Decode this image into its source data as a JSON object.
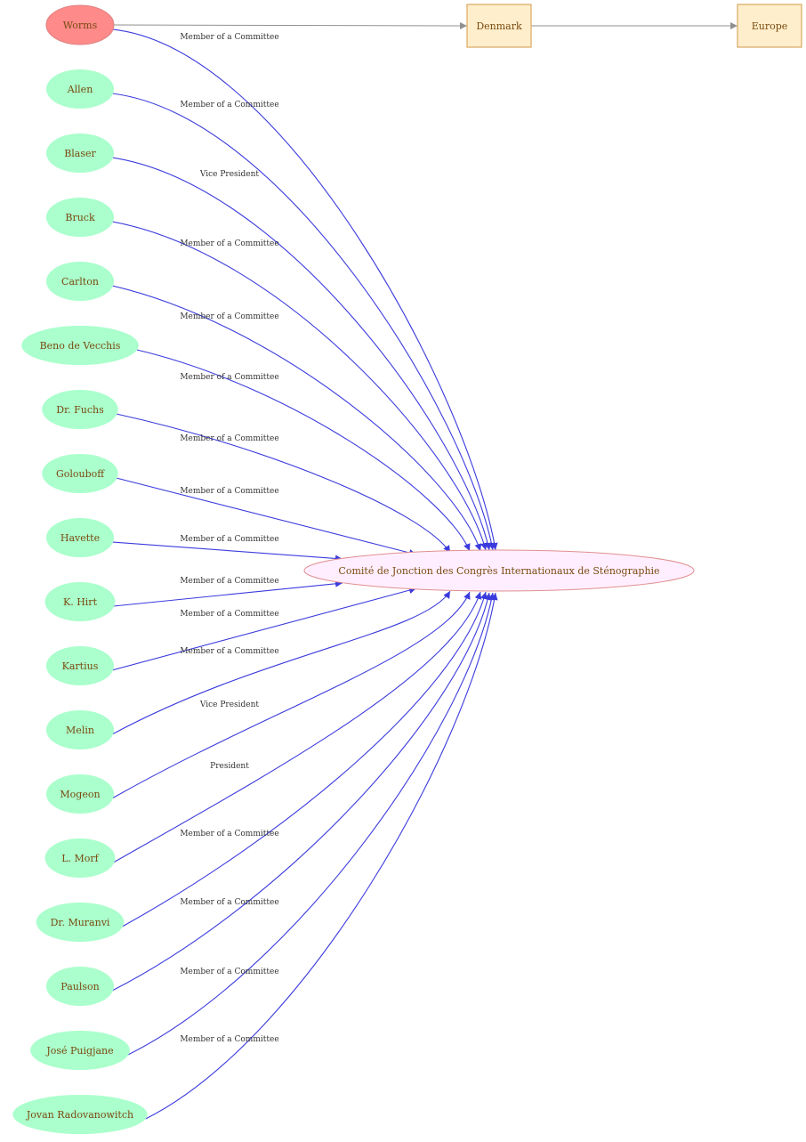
{
  "colors": {
    "person_fill": "#aaffcc",
    "highlight_fill": "#ff8a8a",
    "highlight_stroke": "#e08080",
    "org_fill": "#ffeeff",
    "org_stroke": "#e09090",
    "place_fill": "#ffeecc",
    "place_stroke": "#d8a860",
    "member_edge": "#3b3bdd",
    "place_edge": "#909090",
    "label_text": "#7a4a10"
  },
  "organization": {
    "name": "Comité de Jonction des Congrès Internationaux de Sténographie"
  },
  "places": [
    {
      "id": "denmark",
      "name": "Denmark"
    },
    {
      "id": "europe",
      "name": "Europe"
    }
  ],
  "people": [
    {
      "id": "worms",
      "name": "Worms",
      "role": "Member of a Committee",
      "highlight": true
    },
    {
      "id": "allen",
      "name": "Allen",
      "role": "Member of a Committee"
    },
    {
      "id": "blaser",
      "name": "Blaser",
      "role": "Vice President"
    },
    {
      "id": "bruck",
      "name": "Bruck",
      "role": "Member of a Committee"
    },
    {
      "id": "carlton",
      "name": "Carlton",
      "role": "Member of a Committee"
    },
    {
      "id": "vecchis",
      "name": "Beno  de Vecchis",
      "role": "Member of a Committee"
    },
    {
      "id": "fuchs",
      "name": "Dr. Fuchs",
      "role": "Member of a Committee"
    },
    {
      "id": "golouboff",
      "name": "Golouboff",
      "role": "Member of a Committee"
    },
    {
      "id": "havette",
      "name": "Havette",
      "role": "Member of a Committee"
    },
    {
      "id": "hirt",
      "name": "K.  Hirt",
      "role": "Member of a Committee"
    },
    {
      "id": "kartius",
      "name": "Kartius",
      "role": "Member of a Committee"
    },
    {
      "id": "melin",
      "name": "Melin",
      "role": "Member of a Committee"
    },
    {
      "id": "mogeon",
      "name": "Mogeon",
      "role": "Vice President"
    },
    {
      "id": "morf",
      "name": "L.  Morf",
      "role": "President"
    },
    {
      "id": "muranvi",
      "name": "Dr. Muranvi",
      "role": "Member of a Committee"
    },
    {
      "id": "paulson",
      "name": "Paulson",
      "role": "Member of a Committee"
    },
    {
      "id": "puigjane",
      "name": "José Puigjane",
      "role": "Member of a Committee"
    },
    {
      "id": "radovanowitch",
      "name": "Jovan Radovanowitch",
      "role": "Member of a Committee"
    }
  ],
  "place_links": [
    {
      "from": "worms",
      "to": "denmark"
    },
    {
      "from": "denmark",
      "to": "europe"
    }
  ]
}
